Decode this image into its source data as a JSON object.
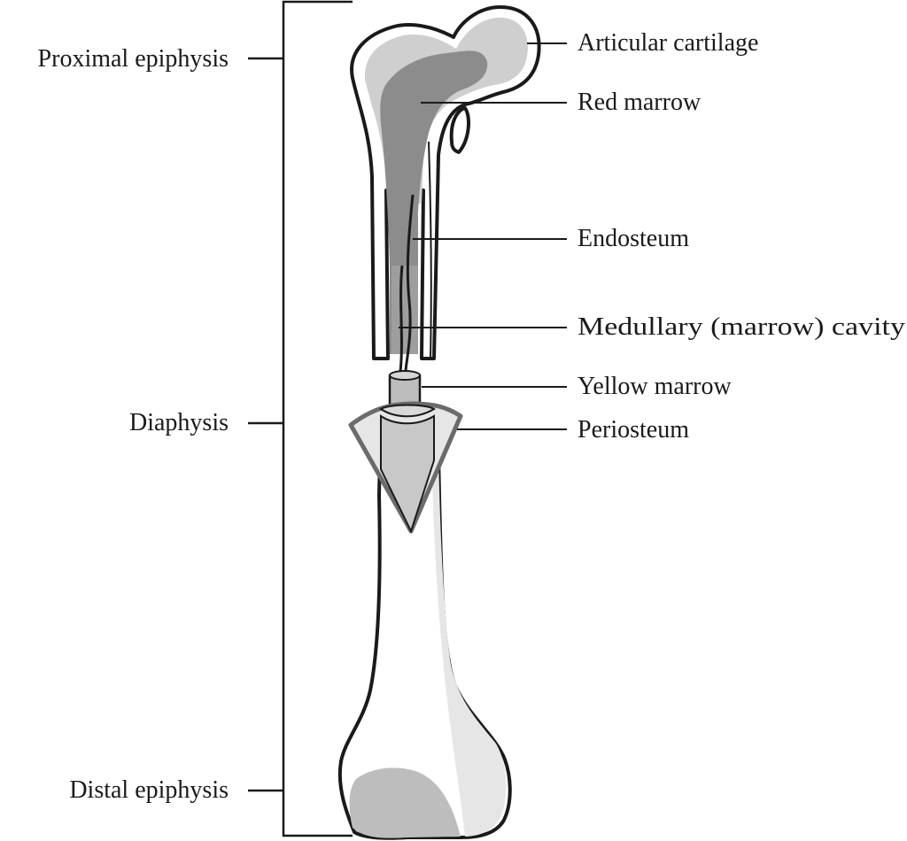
{
  "labels": {
    "proximal_epiphysis": "Proximal epiphysis",
    "diaphysis": "Diaphysis",
    "distal_epiphysis": "Distal epiphysis",
    "articular_cartilage": "Articular cartilage",
    "red_marrow": "Red marrow",
    "endosteum": "Endosteum",
    "medullary_cavity": "Medullary (marrow) cavity",
    "yellow_marrow": "Yellow marrow",
    "periosteum": "Periosteum"
  },
  "colors": {
    "outline": "#1a1a1a",
    "bone_white": "#ffffff",
    "bone_light": "#e6e6e6",
    "cartilage": "#cfcfcf",
    "red_marrow": "#8c8c8c",
    "yellow_marrow": "#bdbdbd",
    "periosteum_stroke": "#6b6b6b"
  }
}
